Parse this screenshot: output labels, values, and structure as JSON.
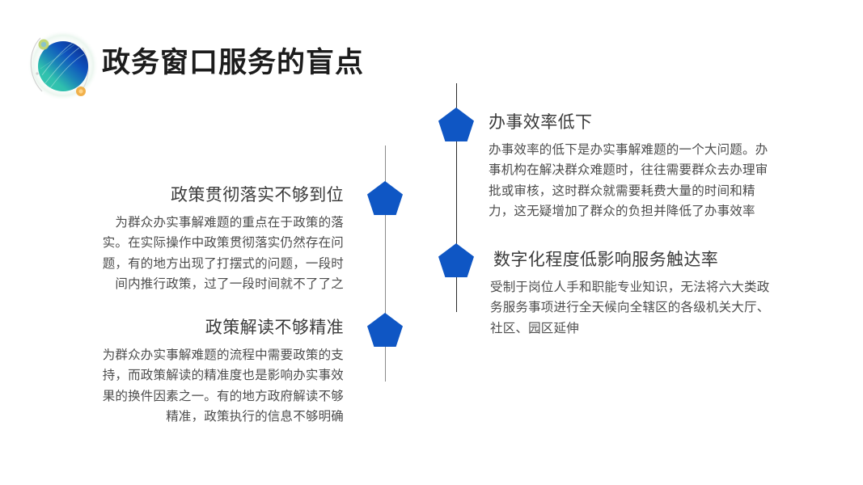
{
  "slide": {
    "title": "政务窗口服务的盲点",
    "logo_icon": "globe-sphere-logo",
    "background_color": "#ffffff"
  },
  "theme": {
    "marker_color": "#0f56c4",
    "rail_left_color": "#8a8a8a",
    "rail_right_color": "#2b2b2b",
    "title_color": "#1c1c1c",
    "heading_color": "#3b3b3b",
    "body_color": "#4c4c4c"
  },
  "markers": [
    {
      "name": "pentagon-marker-1",
      "column": "right",
      "index": 1
    },
    {
      "name": "pentagon-marker-2",
      "column": "left",
      "index": 2
    },
    {
      "name": "pentagon-marker-3",
      "column": "right",
      "index": 3
    },
    {
      "name": "pentagon-marker-4",
      "column": "left",
      "index": 4
    }
  ],
  "blocks": {
    "left": [
      {
        "heading": "政策贯彻落实不够到位",
        "body": "为群众办实事解难题的重点在于政策的落实。在实际操作中政策贯彻落实仍然存在问题，有的地方出现了打摆式的问题，一段时间内推行政策，过了一段时间就不了了之"
      },
      {
        "heading": "政策解读不够精准",
        "body": "为群众办实事解难题的流程中需要政策的支持，而政策解读的精准度也是影响办实事效果的换件因素之一。有的地方政府解读不够精准，政策执行的信息不够明确"
      }
    ],
    "right": [
      {
        "heading": "办事效率低下",
        "body": "办事效率的低下是办实事解难题的一个大问题。办事机构在解决群众难题时，往往需要群众去办理审批或审核，这时群众就需要耗费大量的时间和精力，这无疑增加了群众的负担并降低了办事效率"
      },
      {
        "heading": "数字化程度低影响服务触达率",
        "body": "受制于岗位人手和职能专业知识，无法将六大类政务服务事项进行全天候向全辖区的各级机关大厅、社区、园区延伸"
      }
    ]
  }
}
